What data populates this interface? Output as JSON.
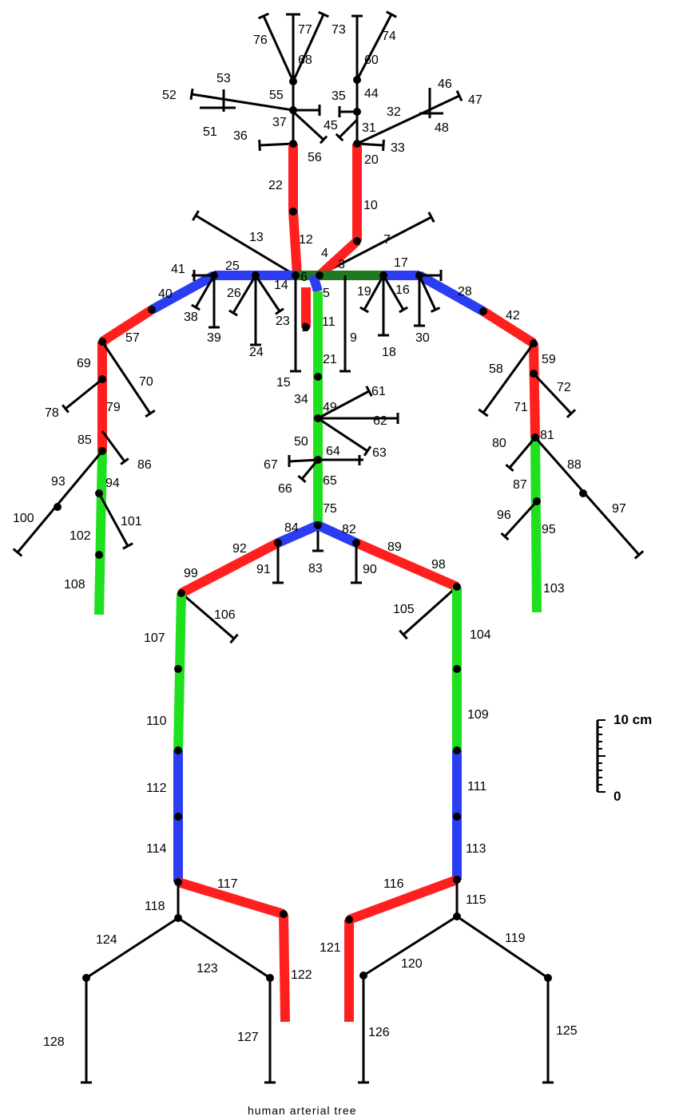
{
  "title": "human arterial tree",
  "scale_bar": {
    "top_label": "10 cm",
    "bottom_label": "0"
  },
  "colors": {
    "red": "#ff1f1f",
    "green": "#1fe01f",
    "blue": "#2b3df0",
    "dark_green": "#1f7a1f",
    "black": "#000000"
  },
  "labels": [
    "1",
    "3",
    "4",
    "5",
    "6",
    "7",
    "9",
    "10",
    "11",
    "12",
    "13",
    "14",
    "15",
    "16",
    "17",
    "18",
    "19",
    "20",
    "21",
    "22",
    "23",
    "24",
    "25",
    "26",
    "28",
    "30",
    "31",
    "32",
    "33",
    "34",
    "35",
    "36",
    "37",
    "38",
    "39",
    "40",
    "41",
    "42",
    "44",
    "45",
    "46",
    "47",
    "48",
    "49",
    "50",
    "51",
    "52",
    "53",
    "55",
    "56",
    "57",
    "58",
    "59",
    "60",
    "61",
    "62",
    "63",
    "64",
    "65",
    "66",
    "67",
    "68",
    "69",
    "70",
    "71",
    "72",
    "73",
    "74",
    "75",
    "76",
    "77",
    "78",
    "79",
    "80",
    "81",
    "82",
    "83",
    "84",
    "85",
    "86",
    "87",
    "88",
    "89",
    "90",
    "91",
    "92",
    "93",
    "94",
    "95",
    "96",
    "97",
    "98",
    "99",
    "100",
    "101",
    "102",
    "103",
    "104",
    "105",
    "106",
    "107",
    "108",
    "109",
    "110",
    "111",
    "112",
    "113",
    "114",
    "115",
    "116",
    "117",
    "118",
    "119",
    "120",
    "121",
    "122",
    "123",
    "124",
    "125",
    "126",
    "127",
    "128"
  ]
}
